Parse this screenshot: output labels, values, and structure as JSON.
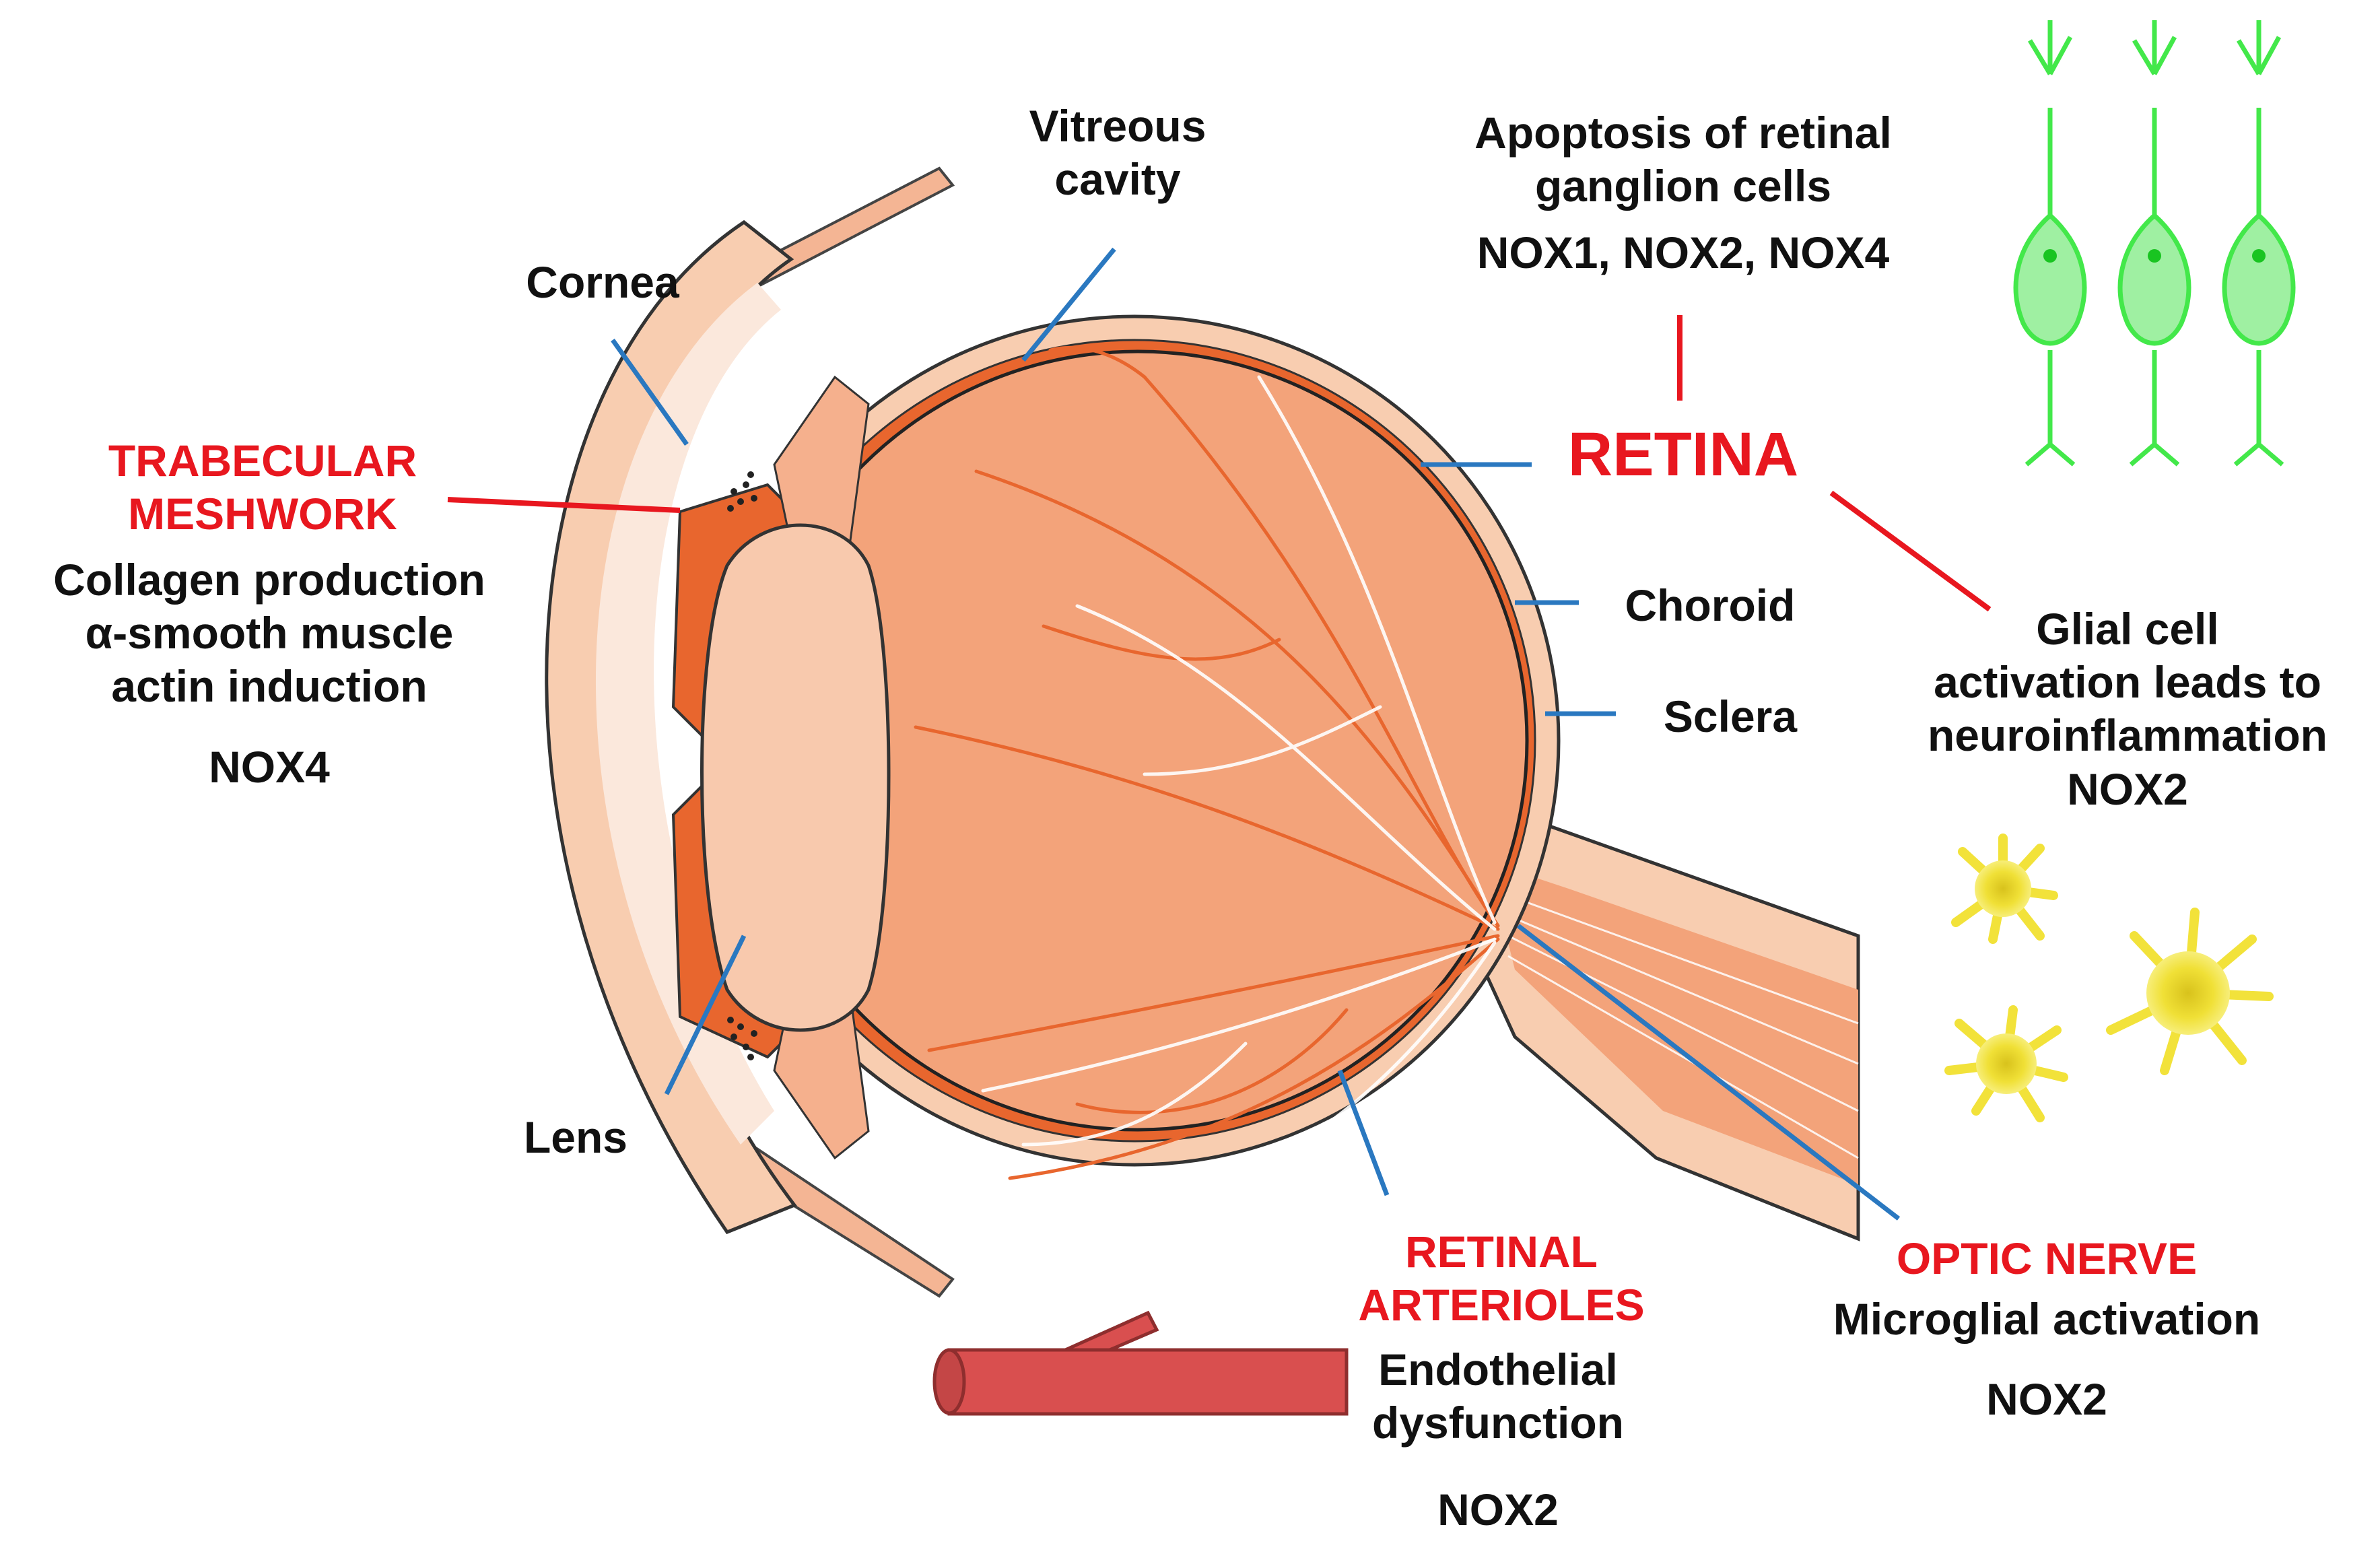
{
  "colors": {
    "label": "#111111",
    "highlight": "#e8171f",
    "leader_blue": "#2a78c0",
    "leader_red": "#e8171f",
    "eye_body": "#f3a37a",
    "sclera": "#f8cdb0",
    "choroid": "#e8662e",
    "neuron": "#43e84a",
    "glia": "#f2e23a",
    "vessel": "#d94f4f"
  },
  "icons": [
    "eye-cross-section",
    "neuron-cell",
    "glial-cell",
    "blood-vessel"
  ],
  "anatomy": {
    "vitreous_1": "Vitreous",
    "vitreous_2": "cavity",
    "cornea": "Cornea",
    "lens": "Lens",
    "choroid": "Choroid",
    "sclera": "Sclera"
  },
  "retina": {
    "title": "RETINA",
    "rgc_1": "Apoptosis of retinal",
    "rgc_2": "ganglion cells",
    "rgc_nox": "NOX1, NOX2, NOX4",
    "glia_1": "Glial cell",
    "glia_2": "activation leads to",
    "glia_3": "neuroinflammation",
    "glia_nox": "NOX2"
  },
  "trabecular": {
    "title_1": "TRABECULAR",
    "title_2": "MESHWORK",
    "desc_1": "Collagen production",
    "desc_2": "α-smooth muscle",
    "desc_3": "actin induction",
    "nox": "NOX4"
  },
  "arterioles": {
    "title_1": "RETINAL",
    "title_2": "ARTERIOLES",
    "desc_1": "Endothelial",
    "desc_2": "dysfunction",
    "nox": "NOX2"
  },
  "optic_nerve": {
    "title": "OPTIC NERVE",
    "desc": "Microglial activation",
    "nox": "NOX2"
  }
}
